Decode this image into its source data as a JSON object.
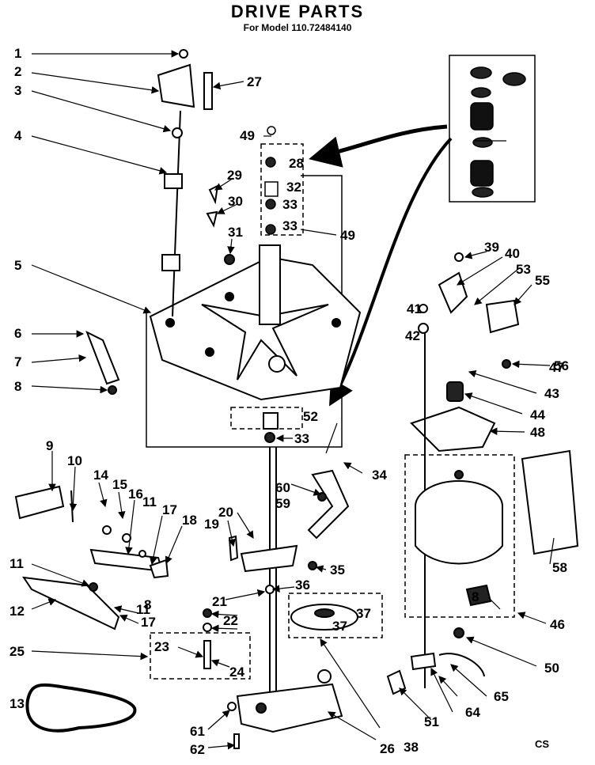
{
  "title": "DRIVE PARTS",
  "subtitle": "For Model 110.72484140",
  "footer_code": "CS",
  "part_labels": [
    "1",
    "2",
    "3",
    "4",
    "5",
    "6",
    "7",
    "8",
    "9",
    "10",
    "11",
    "12",
    "13",
    "14",
    "15",
    "16",
    "11",
    "17",
    "18",
    "19",
    "20",
    "21",
    "11",
    "8",
    "17",
    "22",
    "23",
    "24",
    "25",
    "26",
    "27",
    "28",
    "29",
    "30",
    "31",
    "32",
    "33",
    "33",
    "33",
    "34",
    "35",
    "36",
    "37",
    "37",
    "38",
    "39",
    "40",
    "41",
    "42",
    "43",
    "44",
    "46",
    "47",
    "48",
    "49",
    "49",
    "50",
    "51",
    "52",
    "53",
    "55",
    "56",
    "58",
    "8",
    "59",
    "60",
    "61",
    "62",
    "64",
    "65"
  ]
}
